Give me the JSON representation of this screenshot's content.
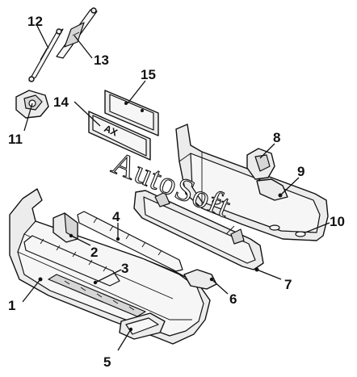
{
  "diagram": {
    "watermark": "AutoSoft",
    "plate_text": "AX",
    "callouts": [
      {
        "id": "c1",
        "label": "1"
      },
      {
        "id": "c2",
        "label": "2"
      },
      {
        "id": "c3",
        "label": "3"
      },
      {
        "id": "c4",
        "label": "4"
      },
      {
        "id": "c5",
        "label": "5"
      },
      {
        "id": "c6",
        "label": "6"
      },
      {
        "id": "c7",
        "label": "7"
      },
      {
        "id": "c8",
        "label": "8"
      },
      {
        "id": "c9",
        "label": "9"
      },
      {
        "id": "c10",
        "label": "10"
      },
      {
        "id": "c11",
        "label": "11"
      },
      {
        "id": "c12",
        "label": "12"
      },
      {
        "id": "c13",
        "label": "13"
      },
      {
        "id": "c14",
        "label": "14"
      },
      {
        "id": "c15",
        "label": "15"
      }
    ]
  }
}
